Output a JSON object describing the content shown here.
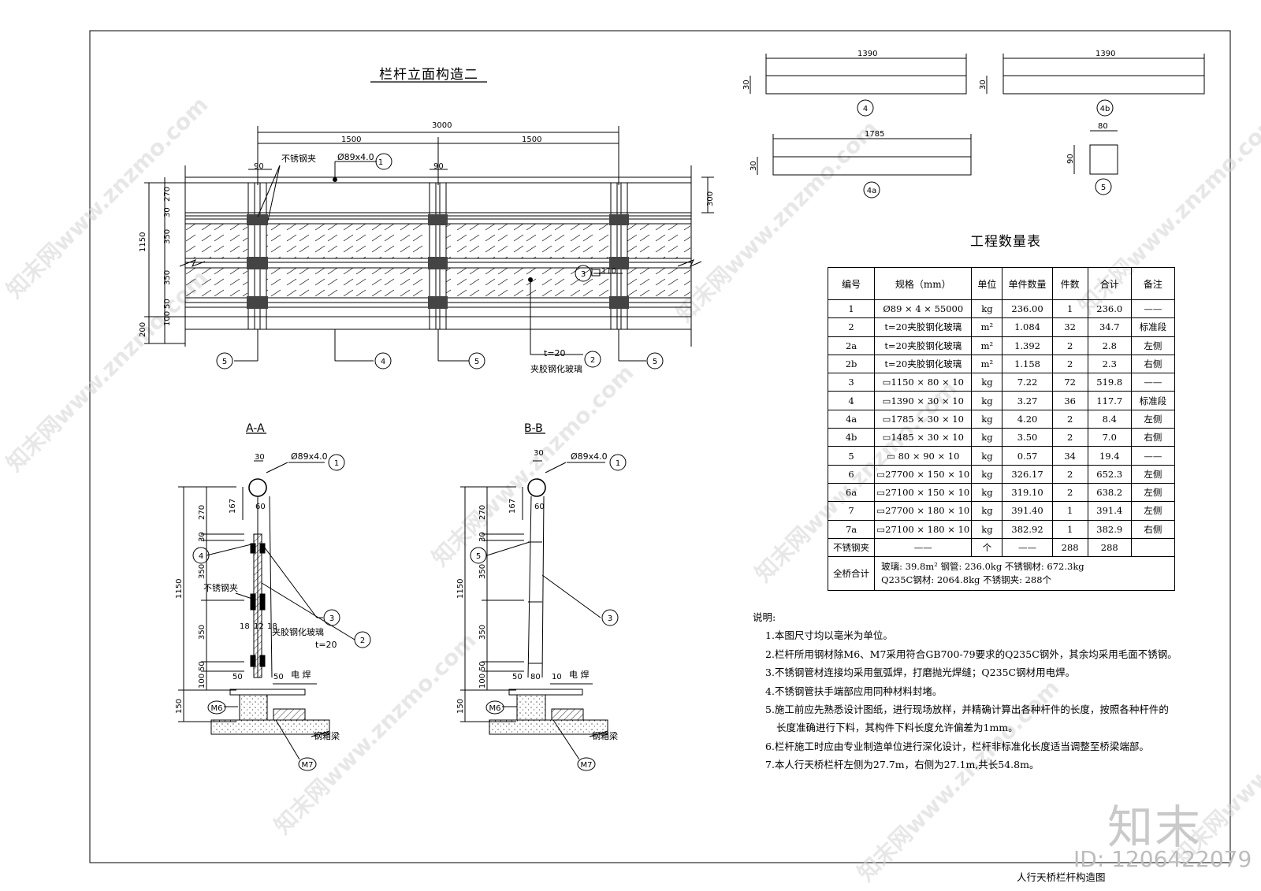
{
  "drawing": {
    "title": "栏杆立面构造二",
    "footer_title": "人行天桥栏杆构造图",
    "brand": "知末",
    "id_label": "ID: 1206422079",
    "watermark": "知末网www.znzmo.com"
  },
  "elevation": {
    "dim_total": "3000",
    "dim_left": "1500",
    "dim_right": "1500",
    "dim_post_a": "90",
    "dim_post_b": "90",
    "dim_right_side": "300",
    "dim_height_total": "1150",
    "dim_base": "200",
    "dim_v": [
      "270",
      "30",
      "350",
      "350",
      "50",
      "100"
    ],
    "clip_label": "不锈钢夹",
    "pipe_label": "Ø89x4.0",
    "glass_t": "t=20",
    "glass_label": "夹胶钢化玻璃",
    "bar_label": "110",
    "callouts": [
      "1",
      "2",
      "3",
      "4",
      "5",
      "5",
      "5"
    ]
  },
  "parts": {
    "p4": {
      "width": "1390",
      "height": "30",
      "callout": "4"
    },
    "p4b": {
      "width": "1390",
      "height": "30",
      "callout": "4b"
    },
    "p4a": {
      "width": "1785",
      "height": "30",
      "callout": "4a"
    },
    "p5": {
      "width": "80",
      "height": "90",
      "callout": "5"
    }
  },
  "section_aa": {
    "label": "A-A",
    "pipe_label": "Ø89x4.0",
    "dim_30": "30",
    "dim_167": "167",
    "dim_60": "60",
    "dim_v": [
      "270",
      "30",
      "350",
      "350",
      "50",
      "100"
    ],
    "dim_total": "1150",
    "dim_base": "150",
    "clip_label": "不锈钢夹",
    "glass_label": "夹胶钢化玻璃",
    "glass_t": "t=20",
    "dim_18a": "18",
    "dim_12": "12",
    "dim_18b": "18",
    "dim_50a": "50",
    "dim_50b": "50",
    "weld_label": "电  焊",
    "beam_label": "钢箱梁",
    "m6": "M6",
    "m7": "M7",
    "callouts": [
      "1",
      "4",
      "3",
      "2"
    ]
  },
  "section_bb": {
    "label": "B-B",
    "pipe_label": "Ø89x4.0",
    "dim_30": "30",
    "dim_167": "167",
    "dim_60": "60",
    "dim_v": [
      "270",
      "30",
      "350",
      "350",
      "50",
      "100"
    ],
    "dim_total": "1150",
    "dim_base": "150",
    "dim_50": "50",
    "dim_80": "80",
    "dim_10": "10",
    "weld_label": "电  焊",
    "beam_label": "钢箱梁",
    "m6": "M6",
    "m7": "M7",
    "callouts": [
      "1",
      "5",
      "3"
    ]
  },
  "quantity_table": {
    "title": "工程数量表",
    "headers": [
      "编号",
      "规格（mm）",
      "单位",
      "单件数量",
      "件数",
      "合计",
      "备注"
    ],
    "rows": [
      [
        "1",
        "Ø89 × 4 × 55000",
        "kg",
        "236.00",
        "1",
        "236.0",
        "——"
      ],
      [
        "2",
        "t=20夹胶钢化玻璃",
        "m²",
        "1.084",
        "32",
        "34.7",
        "标准段"
      ],
      [
        "2a",
        "t=20夹胶钢化玻璃",
        "m²",
        "1.392",
        "2",
        "2.8",
        "左侧"
      ],
      [
        "2b",
        "t=20夹胶钢化玻璃",
        "m²",
        "1.158",
        "2",
        "2.3",
        "右侧"
      ],
      [
        "3",
        "▭1150 × 80 × 10",
        "kg",
        "7.22",
        "72",
        "519.8",
        "——"
      ],
      [
        "4",
        "▭1390 × 30 × 10",
        "kg",
        "3.27",
        "36",
        "117.7",
        "标准段"
      ],
      [
        "4a",
        "▭1785 × 30 × 10",
        "kg",
        "4.20",
        "2",
        "8.4",
        "左侧"
      ],
      [
        "4b",
        "▭1485 × 30 × 10",
        "kg",
        "3.50",
        "2",
        "7.0",
        "右侧"
      ],
      [
        "5",
        "▭ 80 × 90 × 10",
        "kg",
        "0.57",
        "34",
        "19.4",
        "——"
      ],
      [
        "6",
        "▭27700 × 150 × 10",
        "kg",
        "326.17",
        "2",
        "652.3",
        "左侧"
      ],
      [
        "6a",
        "▭27100 × 150 × 10",
        "kg",
        "319.10",
        "2",
        "638.2",
        "左侧"
      ],
      [
        "7",
        "▭27700 × 180 × 10",
        "kg",
        "391.40",
        "1",
        "391.4",
        "左侧"
      ],
      [
        "7a",
        "▭27100 × 180 × 10",
        "kg",
        "382.92",
        "1",
        "382.9",
        "右侧"
      ],
      [
        "不锈钢夹",
        "——",
        "个",
        "——",
        "288",
        "288",
        ""
      ]
    ],
    "total_label": "全桥合计",
    "total_line1": "玻璃: 39.8m²    钢管: 236.0kg   不锈钢材: 672.3kg",
    "total_line2": "Q235C钢材: 2064.8kg   不锈钢夹: 288个"
  },
  "notes": {
    "title": "说明:",
    "items": [
      "1.本图尺寸均以毫米为单位。",
      "2.栏杆所用钢材除M6、M7采用符合GB700-79要求的Q235C钢外，其余均采用毛面不锈钢。",
      "3.不锈钢管材连接均采用氩弧焊，打磨抛光焊缝；Q235C钢材用电焊。",
      "4.不锈钢管扶手端部应用同种材料封堵。",
      "5.施工前应先熟悉设计图纸，进行现场放样，并精确计算出各种杆件的长度，按照各种杆件的",
      "6.栏杆施工时应由专业制造单位进行深化设计，栏杆非标准化长度适当调整至桥梁端部。",
      "7.本人行天桥栏杆左侧为27.7m，右侧为27.1m,共长54.8m。"
    ],
    "item5_cont": "长度准确进行下料，其构件下料长度允许偏差为1mm。"
  }
}
